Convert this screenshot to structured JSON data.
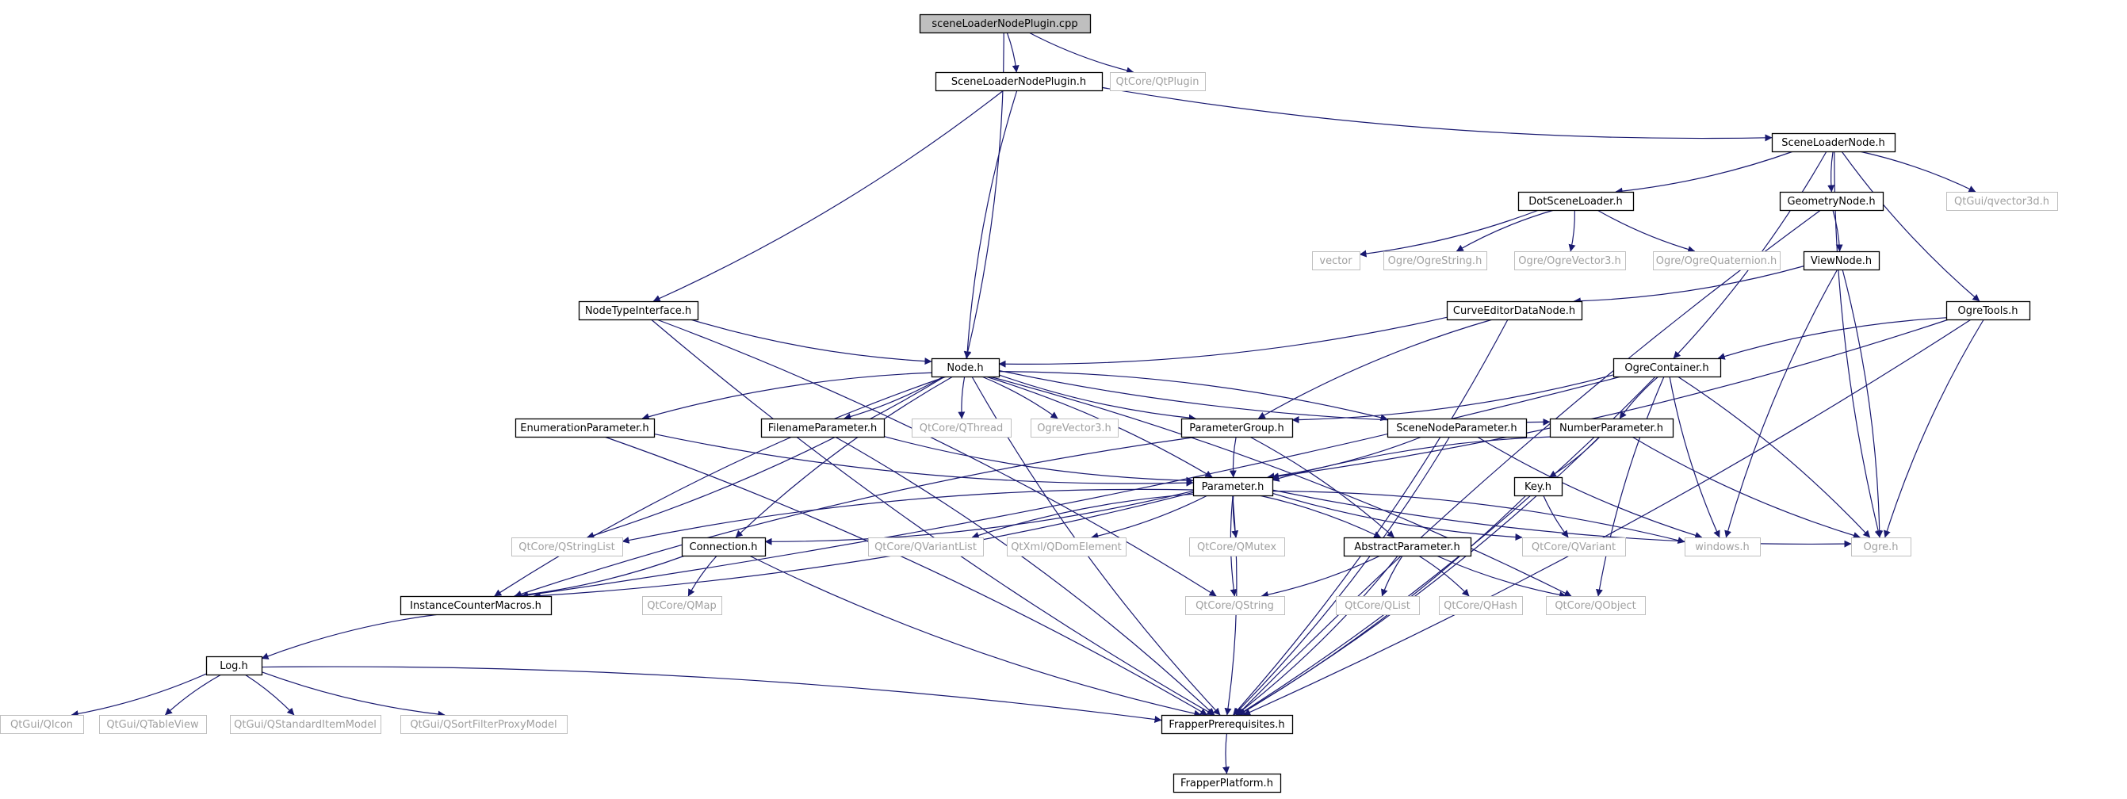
{
  "graph": {
    "colors": {
      "edge": "#191970",
      "node_border_local": "#000000",
      "node_border_external": "#bfbfbf",
      "node_text_local": "#000000",
      "node_text_external": "#a0a0a0",
      "root_fill": "#bfbfbf"
    },
    "nodes": [
      {
        "id": "root",
        "label": "sceneLoaderNodePlugin.cpp",
        "kind": "root"
      },
      {
        "id": "slnp_h",
        "label": "SceneLoaderNodePlugin.h",
        "kind": "local"
      },
      {
        "id": "qtplugin",
        "label": "QtCore/QtPlugin",
        "kind": "external"
      },
      {
        "id": "sln_h",
        "label": "SceneLoaderNode.h",
        "kind": "local"
      },
      {
        "id": "dsl_h",
        "label": "DotSceneLoader.h",
        "kind": "local"
      },
      {
        "id": "geo_h",
        "label": "GeometryNode.h",
        "kind": "local"
      },
      {
        "id": "qvec3d",
        "label": "QtGui/qvector3d.h",
        "kind": "external"
      },
      {
        "id": "vector",
        "label": "vector",
        "kind": "external"
      },
      {
        "id": "ogrestring",
        "label": "Ogre/OgreString.h",
        "kind": "external"
      },
      {
        "id": "ogrevec3o",
        "label": "Ogre/OgreVector3.h",
        "kind": "external"
      },
      {
        "id": "ogrequat",
        "label": "Ogre/OgreQuaternion.h",
        "kind": "external"
      },
      {
        "id": "view_h",
        "label": "ViewNode.h",
        "kind": "local"
      },
      {
        "id": "nti_h",
        "label": "NodeTypeInterface.h",
        "kind": "local"
      },
      {
        "id": "cedn_h",
        "label": "CurveEditorDataNode.h",
        "kind": "local"
      },
      {
        "id": "ogretools_h",
        "label": "OgreTools.h",
        "kind": "local"
      },
      {
        "id": "node_h",
        "label": "Node.h",
        "kind": "local"
      },
      {
        "id": "ogrecont_h",
        "label": "OgreContainer.h",
        "kind": "local"
      },
      {
        "id": "enum_h",
        "label": "EnumerationParameter.h",
        "kind": "local"
      },
      {
        "id": "file_h",
        "label": "FilenameParameter.h",
        "kind": "local"
      },
      {
        "id": "qthread",
        "label": "QtCore/QThread",
        "kind": "external"
      },
      {
        "id": "ogrevec3",
        "label": "OgreVector3.h",
        "kind": "external"
      },
      {
        "id": "pgroup_h",
        "label": "ParameterGroup.h",
        "kind": "local"
      },
      {
        "id": "snparam_h",
        "label": "SceneNodeParameter.h",
        "kind": "local"
      },
      {
        "id": "numparam_h",
        "label": "NumberParameter.h",
        "kind": "local"
      },
      {
        "id": "param_h",
        "label": "Parameter.h",
        "kind": "local"
      },
      {
        "id": "key_h",
        "label": "Key.h",
        "kind": "local"
      },
      {
        "id": "qstringlist",
        "label": "QtCore/QStringList",
        "kind": "external"
      },
      {
        "id": "conn_h",
        "label": "Connection.h",
        "kind": "local"
      },
      {
        "id": "qvariantlist",
        "label": "QtCore/QVariantList",
        "kind": "external"
      },
      {
        "id": "qdom",
        "label": "QtXml/QDomElement",
        "kind": "external"
      },
      {
        "id": "qmutex",
        "label": "QtCore/QMutex",
        "kind": "external"
      },
      {
        "id": "absparam_h",
        "label": "AbstractParameter.h",
        "kind": "local"
      },
      {
        "id": "qvariant",
        "label": "QtCore/QVariant",
        "kind": "external"
      },
      {
        "id": "windows",
        "label": "windows.h",
        "kind": "external"
      },
      {
        "id": "ogre_h",
        "label": "Ogre.h",
        "kind": "external"
      },
      {
        "id": "icm_h",
        "label": "InstanceCounterMacros.h",
        "kind": "local"
      },
      {
        "id": "qmap",
        "label": "QtCore/QMap",
        "kind": "external"
      },
      {
        "id": "qstring",
        "label": "QtCore/QString",
        "kind": "external"
      },
      {
        "id": "qlist",
        "label": "QtCore/QList",
        "kind": "external"
      },
      {
        "id": "qhash",
        "label": "QtCore/QHash",
        "kind": "external"
      },
      {
        "id": "qobject",
        "label": "QtCore/QObject",
        "kind": "external"
      },
      {
        "id": "log_h",
        "label": "Log.h",
        "kind": "local"
      },
      {
        "id": "qicon",
        "label": "QtGui/QIcon",
        "kind": "external"
      },
      {
        "id": "qtableview",
        "label": "QtGui/QTableView",
        "kind": "external"
      },
      {
        "id": "qstdmodel",
        "label": "QtGui/QStandardItemModel",
        "kind": "external"
      },
      {
        "id": "qsortmodel",
        "label": "QtGui/QSortFilterProxyModel",
        "kind": "external"
      },
      {
        "id": "fprereq_h",
        "label": "FrapperPrerequisites.h",
        "kind": "local"
      },
      {
        "id": "fplat_h",
        "label": "FrapperPlatform.h",
        "kind": "local"
      }
    ],
    "edges": [
      [
        "root",
        "slnp_h"
      ],
      [
        "root",
        "qtplugin"
      ],
      [
        "root",
        "node_h"
      ],
      [
        "slnp_h",
        "sln_h"
      ],
      [
        "slnp_h",
        "nti_h"
      ],
      [
        "slnp_h",
        "node_h"
      ],
      [
        "sln_h",
        "dsl_h"
      ],
      [
        "sln_h",
        "geo_h"
      ],
      [
        "sln_h",
        "qvec3d"
      ],
      [
        "sln_h",
        "ogretools_h"
      ],
      [
        "sln_h",
        "ogrecont_h"
      ],
      [
        "sln_h",
        "ogre_h"
      ],
      [
        "dsl_h",
        "vector"
      ],
      [
        "dsl_h",
        "ogrestring"
      ],
      [
        "dsl_h",
        "ogrevec3o"
      ],
      [
        "dsl_h",
        "ogrequat"
      ],
      [
        "geo_h",
        "view_h"
      ],
      [
        "geo_h",
        "fprereq_h"
      ],
      [
        "view_h",
        "cedn_h"
      ],
      [
        "view_h",
        "windows"
      ],
      [
        "view_h",
        "ogre_h"
      ],
      [
        "nti_h",
        "node_h"
      ],
      [
        "nti_h",
        "qstring"
      ],
      [
        "nti_h",
        "fprereq_h"
      ],
      [
        "cedn_h",
        "node_h"
      ],
      [
        "cedn_h",
        "pgroup_h"
      ],
      [
        "cedn_h",
        "fprereq_h"
      ],
      [
        "ogretools_h",
        "ogrecont_h"
      ],
      [
        "ogretools_h",
        "param_h"
      ],
      [
        "ogretools_h",
        "ogre_h"
      ],
      [
        "ogretools_h",
        "fprereq_h"
      ],
      [
        "node_h",
        "enum_h"
      ],
      [
        "node_h",
        "file_h"
      ],
      [
        "node_h",
        "qthread"
      ],
      [
        "node_h",
        "ogrevec3"
      ],
      [
        "node_h",
        "pgroup_h"
      ],
      [
        "node_h",
        "snparam_h"
      ],
      [
        "node_h",
        "numparam_h"
      ],
      [
        "node_h",
        "param_h"
      ],
      [
        "node_h",
        "conn_h"
      ],
      [
        "node_h",
        "qstringlist"
      ],
      [
        "node_h",
        "icm_h"
      ],
      [
        "node_h",
        "qobject"
      ],
      [
        "node_h",
        "fprereq_h"
      ],
      [
        "ogrecont_h",
        "pgroup_h"
      ],
      [
        "ogrecont_h",
        "numparam_h"
      ],
      [
        "ogrecont_h",
        "icm_h"
      ],
      [
        "ogrecont_h",
        "windows"
      ],
      [
        "ogrecont_h",
        "ogre_h"
      ],
      [
        "ogrecont_h",
        "qobject"
      ],
      [
        "ogrecont_h",
        "fprereq_h"
      ],
      [
        "enum_h",
        "param_h"
      ],
      [
        "enum_h",
        "fprereq_h"
      ],
      [
        "file_h",
        "param_h"
      ],
      [
        "file_h",
        "fprereq_h"
      ],
      [
        "pgroup_h",
        "param_h"
      ],
      [
        "pgroup_h",
        "absparam_h"
      ],
      [
        "pgroup_h",
        "icm_h"
      ],
      [
        "snparam_h",
        "param_h"
      ],
      [
        "snparam_h",
        "windows"
      ],
      [
        "snparam_h",
        "fprereq_h"
      ],
      [
        "numparam_h",
        "param_h"
      ],
      [
        "numparam_h",
        "key_h"
      ],
      [
        "numparam_h",
        "ogre_h"
      ],
      [
        "numparam_h",
        "fprereq_h"
      ],
      [
        "key_h",
        "qvariant"
      ],
      [
        "key_h",
        "fprereq_h"
      ],
      [
        "param_h",
        "qstringlist"
      ],
      [
        "param_h",
        "conn_h"
      ],
      [
        "param_h",
        "qvariantlist"
      ],
      [
        "param_h",
        "qdom"
      ],
      [
        "param_h",
        "qmutex"
      ],
      [
        "param_h",
        "absparam_h"
      ],
      [
        "param_h",
        "qvariant"
      ],
      [
        "param_h",
        "windows"
      ],
      [
        "param_h",
        "ogre_h"
      ],
      [
        "param_h",
        "icm_h"
      ],
      [
        "param_h",
        "qstring"
      ],
      [
        "param_h",
        "fprereq_h"
      ],
      [
        "conn_h",
        "qmap"
      ],
      [
        "conn_h",
        "icm_h"
      ],
      [
        "conn_h",
        "fprereq_h"
      ],
      [
        "absparam_h",
        "qstring"
      ],
      [
        "absparam_h",
        "qlist"
      ],
      [
        "absparam_h",
        "qhash"
      ],
      [
        "absparam_h",
        "qobject"
      ],
      [
        "absparam_h",
        "fprereq_h"
      ],
      [
        "icm_h",
        "log_h"
      ],
      [
        "log_h",
        "qicon"
      ],
      [
        "log_h",
        "qtableview"
      ],
      [
        "log_h",
        "qstdmodel"
      ],
      [
        "log_h",
        "qsortmodel"
      ],
      [
        "log_h",
        "fprereq_h"
      ],
      [
        "fprereq_h",
        "fplat_h"
      ]
    ]
  }
}
